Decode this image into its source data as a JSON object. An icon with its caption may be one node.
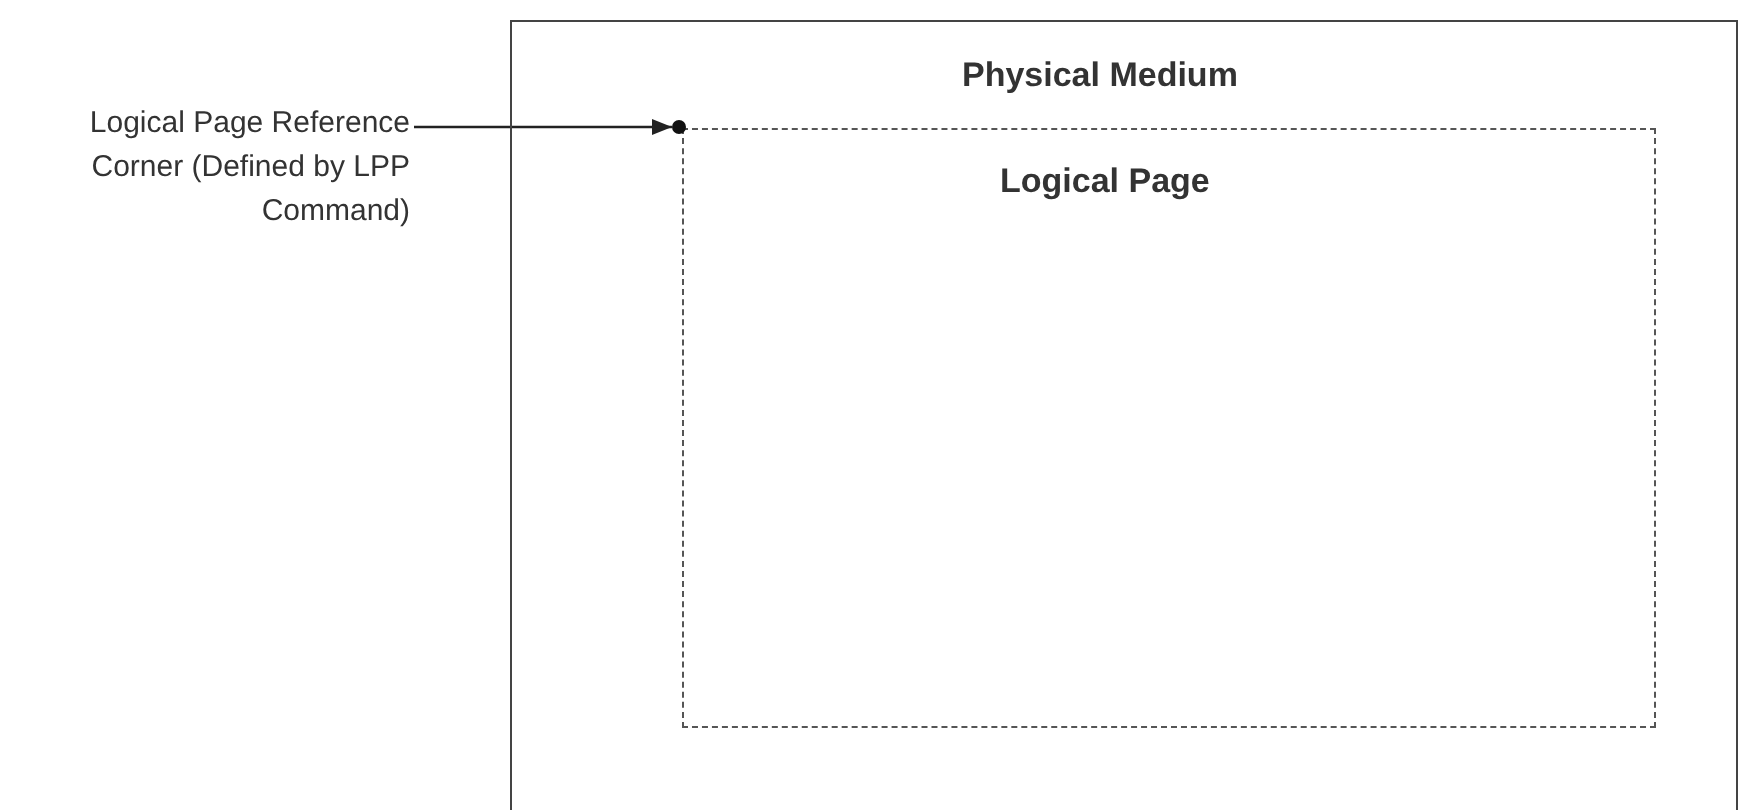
{
  "diagram": {
    "nodes": [
      {
        "text": [
          "Physical Medium"
        ]
      },
      {
        "text": [
          "Logical Page"
        ],
        "in": 0
      },
      {
        "text": [
          "Logical Page Reference Corner (Defined by LPP Command)"
        ]
      },
      {
        "text": [],
        "shape": "circle",
        "in": 0
      }
    ],
    "edges": [
      {
        "from": 2,
        "to": 3,
        "arrow": "to"
      }
    ]
  }
}
